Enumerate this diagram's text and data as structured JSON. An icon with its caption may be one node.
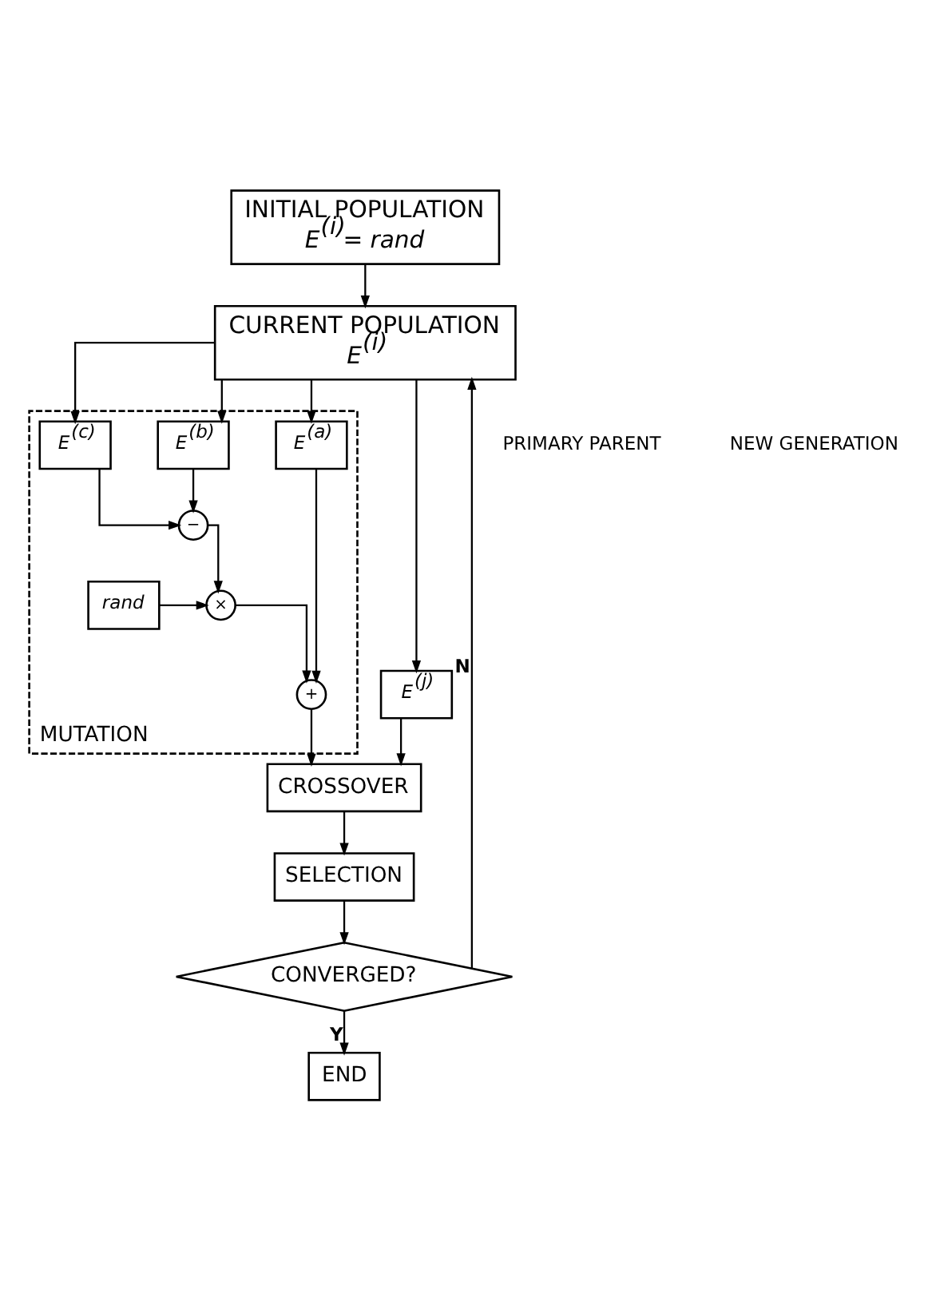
{
  "diagram": {
    "nodes": [
      {
        "text": [
          "INITIAL POPULATION",
          "E$^{(i)}$= rand"
        ]
      },
      {
        "text": [
          "CURRENT POPULATION",
          "E$^{(i)}$"
        ]
      },
      {
        "text": [
          "MUTATION"
        ]
      },
      {
        "text": [
          "E$^{(a)}$"
        ],
        "in": 2
      },
      {
        "text": [
          "E$^{(b)}$"
        ],
        "in": 2
      },
      {
        "text": [
          "E$^{(c)}$"
        ],
        "in": 2
      },
      {
        "text": [
          "−"
        ],
        "in": 2
      },
      {
        "text": [
          "rand"
        ],
        "in": 2
      },
      {
        "text": [
          "×"
        ],
        "in": 2
      },
      {
        "text": [
          "+"
        ],
        "in": 2
      },
      {
        "text": [
          "E$^{(j)}$"
        ]
      },
      {
        "text": [
          "CROSSOVER"
        ]
      },
      {
        "text": [
          "SELECTION"
        ]
      },
      {
        "text": [
          "CONVERGED?"
        ]
      },
      {
        "text": [
          "END"
        ]
      }
    ],
    "edges": [
      {
        "from": 0,
        "to": 1,
        "arrow": "to"
      },
      {
        "from": 1,
        "to": 3,
        "arrow": "to"
      },
      {
        "from": 1,
        "to": 4,
        "arrow": "to"
      },
      {
        "from": 1,
        "to": 5,
        "arrow": "to"
      },
      {
        "from": 4,
        "to": 6,
        "arrow": "to"
      },
      {
        "from": 5,
        "to": 6,
        "arrow": "to"
      },
      {
        "from": 6,
        "to": 8,
        "arrow": "to"
      },
      {
        "from": 7,
        "to": 8,
        "arrow": "to"
      },
      {
        "from": 3,
        "to": 9,
        "arrow": "to"
      },
      {
        "from": 8,
        "to": 9,
        "arrow": "to"
      },
      {
        "from": 9,
        "to": 11,
        "arrow": "to"
      },
      {
        "from": 1,
        "to": 10,
        "arrow": "to"
      },
      {
        "from": 10,
        "to": 11,
        "arrow": "to"
      },
      {
        "from": 11,
        "to": 12,
        "arrow": "to"
      },
      {
        "from": 12,
        "to": 13,
        "arrow": "to"
      },
      {
        "from": 13,
        "to": 14,
        "arrow": "to",
        "label": "Y"
      },
      {
        "from": 13,
        "to": 1,
        "arrow": "to",
        "label": "N"
      }
    ],
    "labels": [
      "PRIMARY PARENT",
      "NEW GENERATION"
    ]
  }
}
